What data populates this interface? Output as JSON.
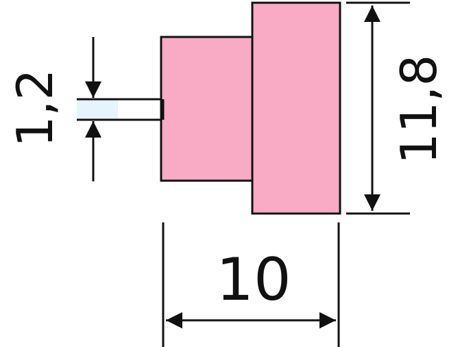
{
  "colors": {
    "fill": "#f9aac5",
    "stroke": "#111111",
    "background": "#ffffff",
    "hole_highlight": "#e6f4fb"
  },
  "dimensions": {
    "bore_diameter": "1,2",
    "outer_height": "11,8",
    "total_length": "10"
  }
}
